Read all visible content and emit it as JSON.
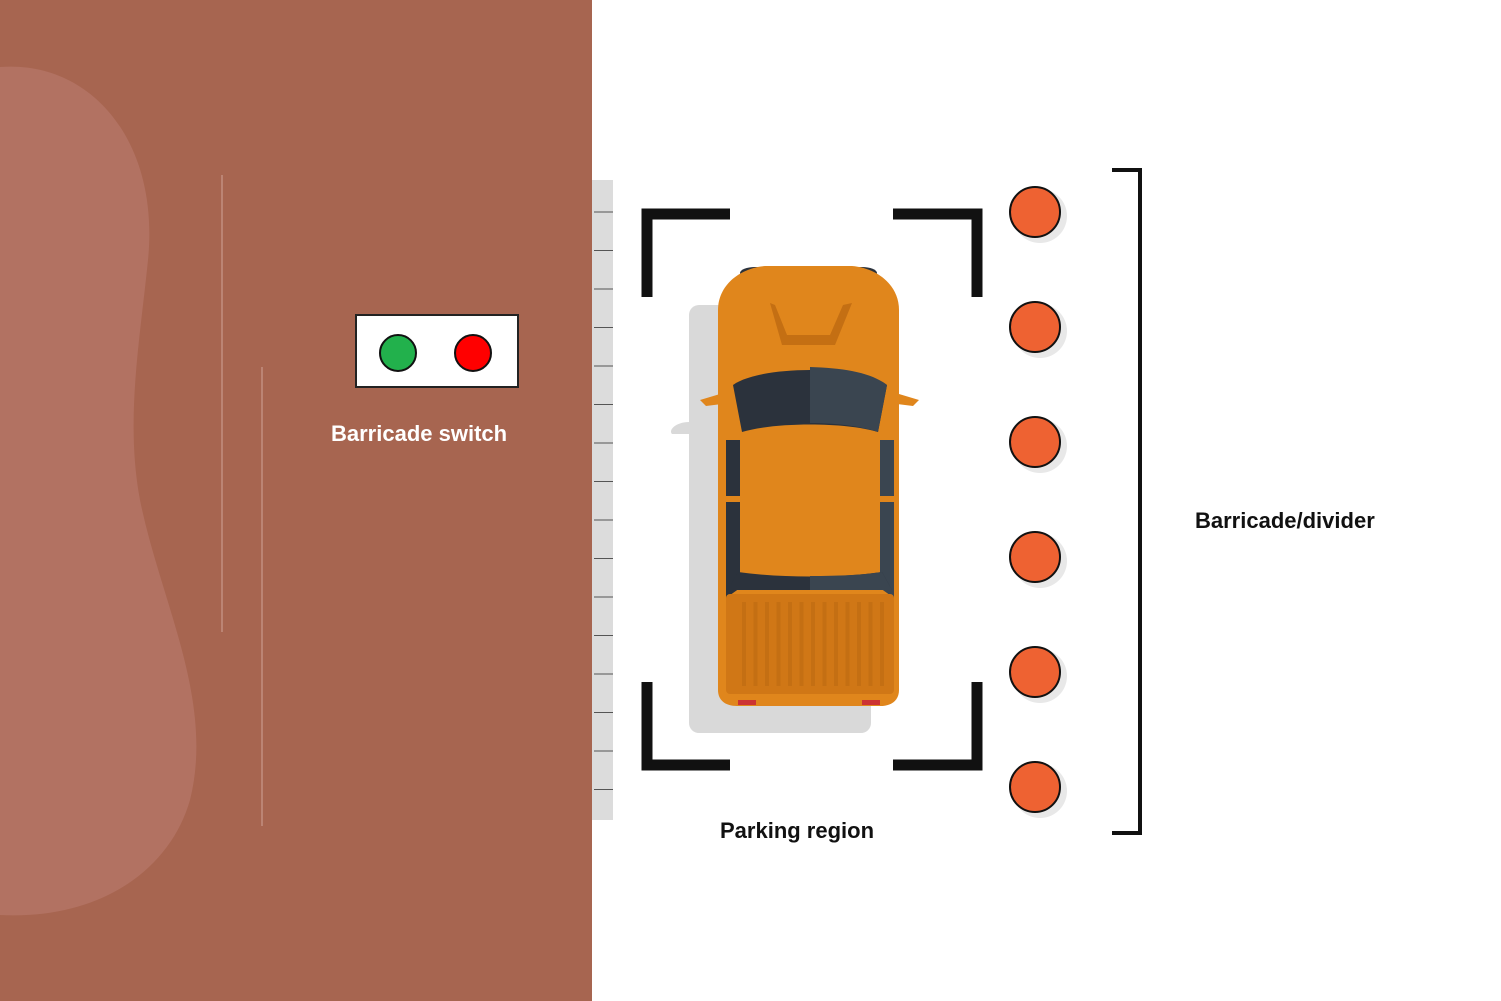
{
  "colors": {
    "wall": "#a76550",
    "wall_highlight": "#b27262",
    "curb": "#dcdcdc",
    "car_body": "#e0861c",
    "car_dark": "#d07716",
    "glass": "#2b323c",
    "glass_light": "#3a4550",
    "shadow": "#d9d9d9",
    "bollard": "#ee6232",
    "green_light": "#22b14c",
    "red_light": "#ff0000",
    "bracket": "#111111"
  },
  "labels": {
    "switch": "Barricade switch",
    "parking": "Parking region",
    "divider": "Barricade/divider"
  },
  "switch_panel": {
    "lights": [
      "green-light",
      "red-light"
    ]
  },
  "bollards": {
    "count": 6
  },
  "icons": [
    "car-top-view-icon",
    "bollard-icon",
    "bracket-icon",
    "curb-icon"
  ]
}
